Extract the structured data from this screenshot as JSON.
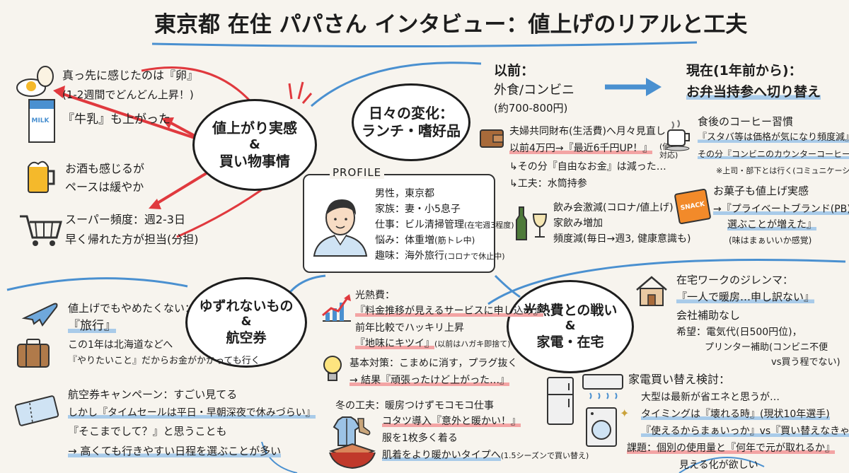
{
  "title": "東京都 在住 パパさん インタビュー：値上げのリアルと工夫",
  "profile": {
    "heading": "PROFILE",
    "lines": [
      "男性，東京都",
      "家族：妻・小5息子",
      "仕事：ビル清掃管理",
      "悩み：体重増",
      "趣味：海外旅行"
    ],
    "notes": [
      "(在宅週3程度)",
      "(筋トレ中)",
      "(コロナで休止中)"
    ]
  },
  "hub1": {
    "line1": "値上がり実感",
    "line2": "&",
    "line3": "買い物事情"
  },
  "hub1_items": {
    "egg": {
      "line1": "真っ先に感じたのは『卵』",
      "line2": "(1-2週間でどんどん上昇！)"
    },
    "milk": "『牛乳』も上がった",
    "beer": {
      "line1": "お酒も感じるが",
      "line2": "ペースは緩やか"
    },
    "super": {
      "line1": "スーパー頻度：週2-3日",
      "line2": "早く帰れた方が担当(分担)"
    }
  },
  "milk_label": "MILK",
  "hub2": {
    "line1": "日々の変化：",
    "line2": "ランチ・嗜好品"
  },
  "hub2_items": {
    "before": {
      "line1": "以前：",
      "line2": "外食/コンビニ",
      "line3": "(約700-800円)"
    },
    "now": {
      "line1": "現在(1年前から)：",
      "line2": "お弁当持参へ切り替え"
    },
    "wallet": {
      "line1": "夫婦共同財布(生活費)へ月々見直し",
      "line2": "以前4万円→『最近6千円UP！』",
      "line2_note": "(値上げ対応)",
      "line3": "↳その分『自由なお金』は減った…",
      "line4": "↳工夫：水筒持参"
    },
    "drinks": {
      "line1": "飲み会激減(コロナ/値上げ)",
      "line2": "家飲み増加",
      "line3": "頻度減(毎日→週3, 健康意識も)"
    },
    "coffee": {
      "line1": "食後のコーヒー習慣",
      "line2": "『スタバ等は価格が気になり頻度減』",
      "line3": "その分『コンビニのカウンターコーヒー増加』",
      "line4": "※上司・部下とは行く(コミュニケーション)"
    },
    "snack": {
      "line1": "お菓子も値上げ実感",
      "line2": "→『プライベートブランド(PB)を",
      "line3": "選ぶことが増えた』",
      "line4": "(味はまぁいいか感覚)"
    }
  },
  "snack_label": "SNACK",
  "hub3": {
    "line1": "ゆずれないもの",
    "line2": "&",
    "line3": "航空券"
  },
  "hub3_items": {
    "travel": {
      "line1": "値上げでもやめたくない：",
      "line2": "『旅行』",
      "line3": "この1年は北海道などへ",
      "line4": "『やりたいこと』だからお金がかかっても行く"
    },
    "ticket": {
      "line1": "航空券キャンペーン：すごい見てる",
      "line2": "しかし『タイムセールは平日・早朝深夜で休みづらい』",
      "line3": "『そこまでして？』と思うことも",
      "line4": "→ 高くても行きやすい日程を選ぶことが多い"
    }
  },
  "hub4": {
    "line1": "光熱費との戦い",
    "line2": "&",
    "line3": "家電・在宅"
  },
  "hub4_items": {
    "utility": {
      "line1": "光熱費：",
      "line2": "『料金推移が見えるサービスに申し込み』",
      "line3": "前年比較でハッキリ上昇",
      "line4": "『地味にキツイ』",
      "line4_note": "(以前はハガキ即捨て)"
    },
    "basic": {
      "line1": "基本対策：こまめに消す，プラグ抜く",
      "line2": "→ 結果『頑張ったけど上がった…』"
    },
    "winter": {
      "line1": "冬の工夫：暖房つけずモコモコ仕事",
      "line2": "コタツ導入『意外と暖かい！』",
      "line3": "服を1枚多く着る",
      "line4": "肌着をより暖かいタイプへ",
      "line4_note": "(1.5シーズンで買い替え)"
    },
    "remote": {
      "line1": "在宅ワークのジレンマ：",
      "line2": "『一人で暖房…申し訳ない』",
      "line3": "会社補助なし",
      "line4": "希望：電気代(日500円位)，",
      "line5": "プリンター補助(コンビニ不便",
      "line6": "vs買う程でない)"
    },
    "appliance": {
      "line1": "家電買い替え検討：",
      "line2": "大型は最新が省エネと思うが…",
      "line3": "タイミングは『壊れる時』(現状10年選手)",
      "line4": "『使えるからまぁいっか』vs『買い替えなきゃ』",
      "line5": "課題：個別の使用量と『何年で元が取れるか』",
      "line6": "見える化が欲しい"
    }
  },
  "colors": {
    "accent_red": "#e0393e",
    "accent_blue": "#4a90d0",
    "highlight_red": "#f3a4a4",
    "highlight_blue": "#a9cbe9",
    "bg": "#f7f4ee"
  }
}
